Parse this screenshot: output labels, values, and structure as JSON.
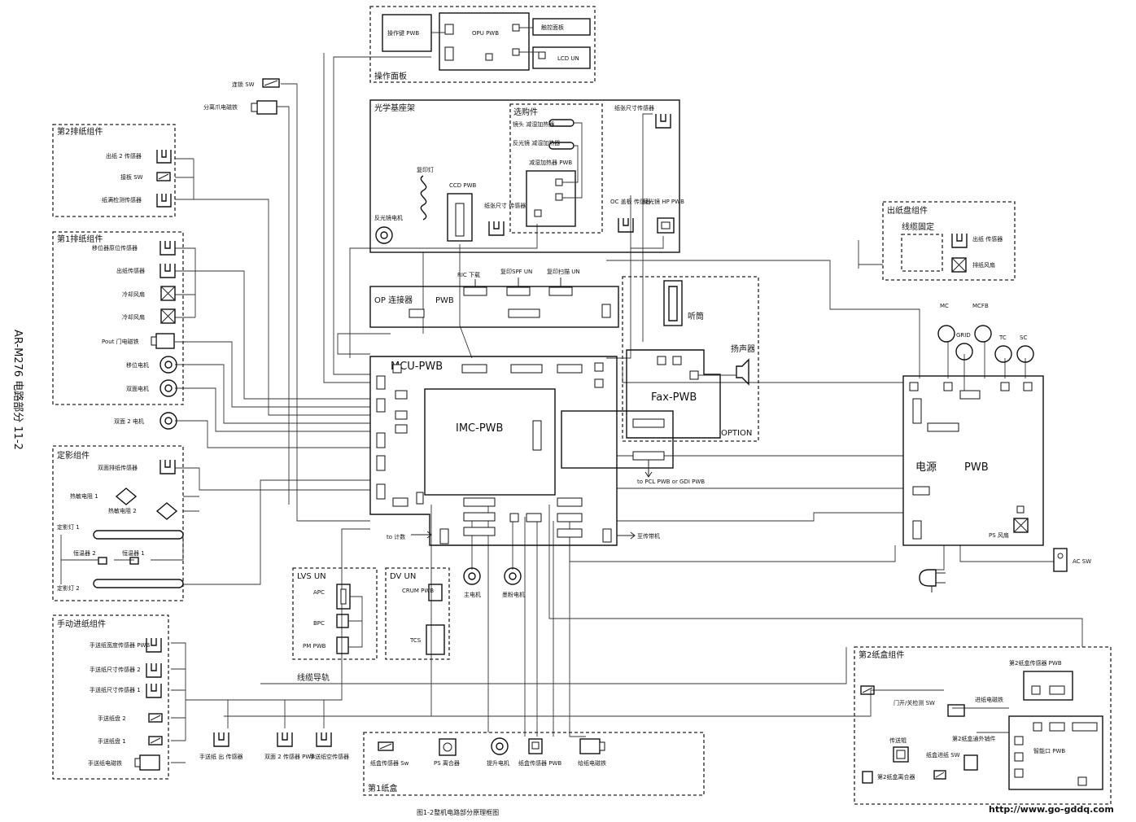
{
  "side_title": "AR-M276 电路部分 11-2",
  "caption": "图1-2整机电路部分原理框图",
  "watermark": "http://www.go-gddq.com",
  "op_panel": {
    "title": "操作面板",
    "op_pwb": "OPU PWB",
    "key_pwb": "操作键 PWB",
    "touch": "触控面板",
    "lcd": "LCD UN"
  },
  "top_left": {
    "sw": "连锁 SW",
    "solenoid": "分离爪电磁铁"
  },
  "exit2": {
    "title": "第2排纸组件",
    "items": [
      "出纸 2 传感器",
      "接板 SW",
      "纸满检测传感器"
    ]
  },
  "exit1": {
    "title": "第1排纸组件",
    "items": [
      "移位器原位传感器",
      "出纸传感器",
      "冷却风扇",
      "冷却风扇",
      "Pout 门电磁铁",
      "移位电机",
      "双面电机"
    ]
  },
  "duplex2": "双面 2 电机",
  "fuser": {
    "title": "定影组件",
    "items": [
      "双面排纸传感器",
      "热敏电阻 1",
      "热敏电阻 2",
      "定影灯 1",
      "恒温器 2",
      "恒温器 1",
      "定影灯 2"
    ]
  },
  "manual": {
    "title": "手动进纸组件",
    "items": [
      "手送纸宽度传感器 PWB",
      "手送纸尺寸传感器 2",
      "手送纸尺寸传感器 1",
      "手送纸盘 2",
      "手送纸盘 1",
      "手送纸电磁铁"
    ]
  },
  "bottom_labels": [
    "手送纸 出 传感器",
    "双面 2 传感器 PWB",
    "手送纸空传感器"
  ],
  "optics": {
    "title": "光学基座架",
    "lamp": "复印灯",
    "ccd": "CCD PWB",
    "mirror_motor": "反光镜电机",
    "option_title": "选购件",
    "heater1": "镜头 减湿加热器",
    "heater2": "反光镜 减湿加热器",
    "heater_pwb": "减湿加热器 PWB",
    "paper_size_top": "纸张尺寸传感器",
    "paper_size": "纸张尺寸 传感器",
    "oc": "OC 盖板 传感器",
    "mirror_hp": "反光镜 HP PWB"
  },
  "op_conn": {
    "title": "OP 连接器",
    "pwb": "PWB",
    "ric": "RIC 下载",
    "rspf": "复印SPF UN",
    "scan": "复印扫描 UN"
  },
  "mcu": "MCU-PWB",
  "imc": "IMC-PWB",
  "fax": {
    "pwb": "Fax-PWB",
    "handset": "听筒",
    "speaker": "扬声器",
    "option": "OPTION"
  },
  "pcl": "to PCL PWB or GDI PWB",
  "to_counter": "to 计数",
  "to_belt": "至传带机",
  "lvs": {
    "title": "LVS UN",
    "apc": "APC",
    "bpc": "BPC",
    "pm": "PM PWB"
  },
  "dv": {
    "title": "DV UN",
    "crum": "CRUM PWB",
    "tcs": "TCS"
  },
  "main_motor": "主电机",
  "toner_motor": "墨粉电机",
  "harness": "线缆导轨",
  "tray1": {
    "title": "第1纸盒",
    "items": [
      "纸盒传感器 Sw",
      "PS 离合器",
      "提升电机",
      "纸盒传感器 PWB",
      "给纸电磁铁"
    ]
  },
  "exit_tray": {
    "title": "出纸盘组件",
    "clamp": "线缆固定",
    "sensor": "出纸 传感器",
    "fan": "排纸风扇"
  },
  "hv": {
    "labels": [
      "MC",
      "MCFB",
      "GRID",
      "TC",
      "SC"
    ]
  },
  "psu": {
    "title": "电源",
    "pwb": "PWB",
    "fan": "PS 风扇",
    "ac_sw": "AC SW"
  },
  "tray2": {
    "title": "第2纸盒组件",
    "sensor_pwb": "第2纸盒传感器 PWB",
    "door_sw": "门开/关检测 SW",
    "clutch": "进纸电磁铁",
    "transfer": "传送辊",
    "tray2_sensor": "第2纸盒通外销件",
    "feed_sw": "纸盒进纸 SW",
    "interface": "智能口 PWB",
    "clutch2": "第2纸盒离合器"
  }
}
